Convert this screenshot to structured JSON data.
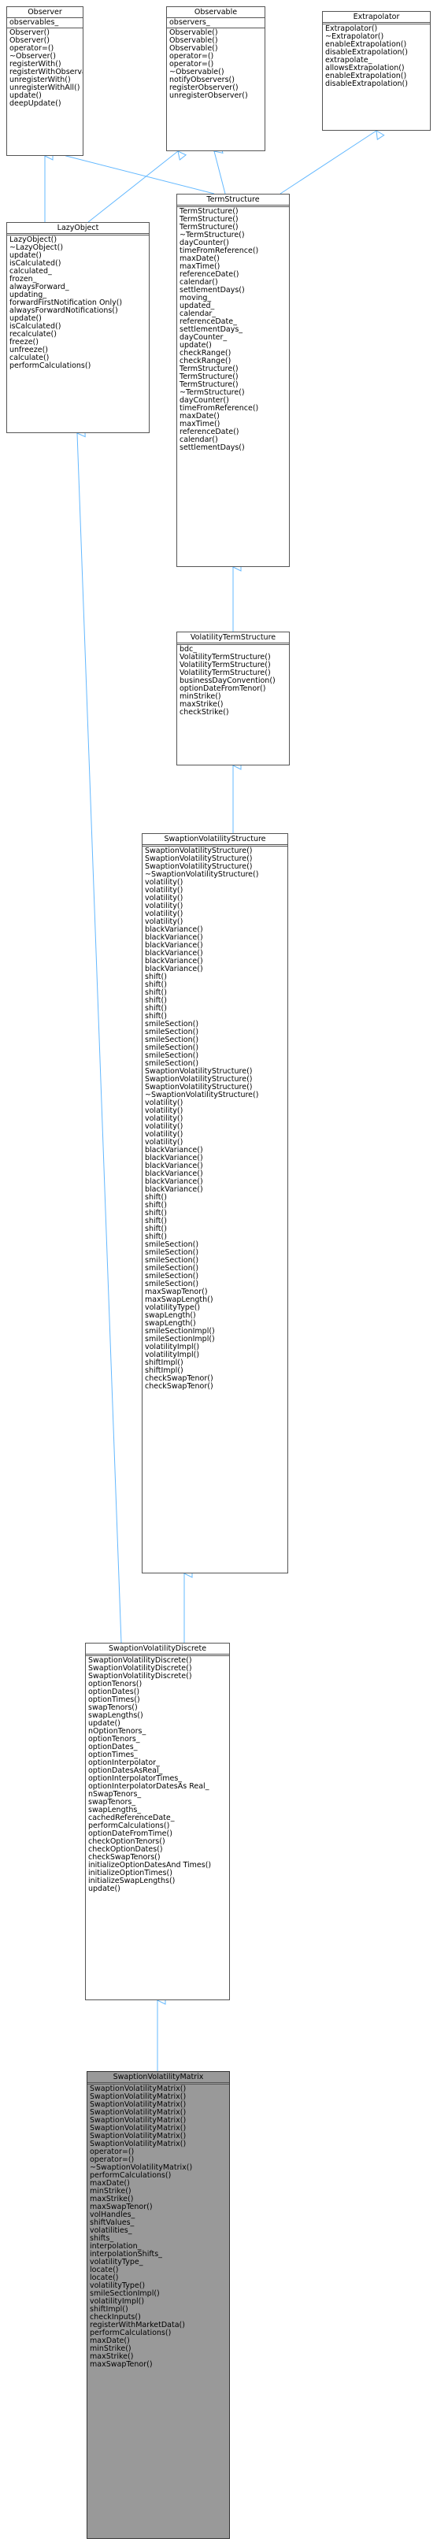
{
  "diagram": {
    "edge_color": "#63b8ff",
    "current_class_fill": "#999999",
    "classes": [
      {
        "id": "observer",
        "name": "Observer",
        "attributes": [
          "observables_"
        ],
        "methods": [
          "Observer()",
          "Observer()",
          "operator=()",
          "~Observer()",
          "registerWith()",
          "registerWithObservables()",
          "unregisterWith()",
          "unregisterWithAll()",
          "update()",
          "deepUpdate()"
        ]
      },
      {
        "id": "observable",
        "name": "Observable",
        "attributes": [
          "observers_"
        ],
        "methods": [
          "Observable()",
          "Observable()",
          "Observable()",
          "operator=()",
          "operator=()",
          "~Observable()",
          "notifyObservers()",
          "registerObserver()",
          "unregisterObserver()"
        ]
      },
      {
        "id": "extrapolator",
        "name": "Extrapolator",
        "attributes": [],
        "methods": [
          "Extrapolator()",
          "~Extrapolator()",
          "enableExtrapolation()",
          "disableExtrapolation()",
          "extrapolate_",
          "allowsExtrapolation()",
          "enableExtrapolation()",
          "disableExtrapolation()"
        ]
      },
      {
        "id": "lazyobject",
        "name": "LazyObject",
        "attributes": [],
        "methods": [
          "LazyObject()",
          "~LazyObject()",
          "update()",
          "isCalculated()",
          "calculated_",
          "frozen_",
          "alwaysForward_",
          "updating_",
          "forwardFirstNotification Only()",
          "alwaysForwardNotifications()",
          "update()",
          "isCalculated()",
          "recalculate()",
          "freeze()",
          "unfreeze()",
          "calculate()",
          "performCalculations()"
        ]
      },
      {
        "id": "termstructure",
        "name": "TermStructure",
        "attributes": [],
        "methods": [
          "TermStructure()",
          "TermStructure()",
          "TermStructure()",
          "~TermStructure()",
          "dayCounter()",
          "timeFromReference()",
          "maxDate()",
          "maxTime()",
          "referenceDate()",
          "calendar()",
          "settlementDays()",
          "moving_",
          "updated_",
          "calendar_",
          "referenceDate_",
          "settlementDays_",
          "dayCounter_",
          "update()",
          "checkRange()",
          "checkRange()",
          "TermStructure()",
          "TermStructure()",
          "TermStructure()",
          "~TermStructure()",
          "dayCounter()",
          "timeFromReference()",
          "maxDate()",
          "maxTime()",
          "referenceDate()",
          "calendar()",
          "settlementDays()"
        ]
      },
      {
        "id": "volatilitytermstructure",
        "name": "VolatilityTermStructure",
        "attributes": [],
        "methods": [
          "bdc_",
          "VolatilityTermStructure()",
          "VolatilityTermStructure()",
          "VolatilityTermStructure()",
          "businessDayConvention()",
          "optionDateFromTenor()",
          "minStrike()",
          "maxStrike()",
          "checkStrike()"
        ]
      },
      {
        "id": "swaptionvolatilitystructure",
        "name": "SwaptionVolatilityStructure",
        "attributes": [],
        "methods": [
          "SwaptionVolatilityStructure()",
          "SwaptionVolatilityStructure()",
          "SwaptionVolatilityStructure()",
          "~SwaptionVolatilityStructure()",
          "volatility()",
          "volatility()",
          "volatility()",
          "volatility()",
          "volatility()",
          "volatility()",
          "blackVariance()",
          "blackVariance()",
          "blackVariance()",
          "blackVariance()",
          "blackVariance()",
          "blackVariance()",
          "shift()",
          "shift()",
          "shift()",
          "shift()",
          "shift()",
          "shift()",
          "smileSection()",
          "smileSection()",
          "smileSection()",
          "smileSection()",
          "smileSection()",
          "smileSection()",
          "SwaptionVolatilityStructure()",
          "SwaptionVolatilityStructure()",
          "SwaptionVolatilityStructure()",
          "~SwaptionVolatilityStructure()",
          "volatility()",
          "volatility()",
          "volatility()",
          "volatility()",
          "volatility()",
          "volatility()",
          "blackVariance()",
          "blackVariance()",
          "blackVariance()",
          "blackVariance()",
          "blackVariance()",
          "blackVariance()",
          "shift()",
          "shift()",
          "shift()",
          "shift()",
          "shift()",
          "shift()",
          "smileSection()",
          "smileSection()",
          "smileSection()",
          "smileSection()",
          "smileSection()",
          "smileSection()",
          "maxSwapTenor()",
          "maxSwapLength()",
          "volatilityType()",
          "swapLength()",
          "swapLength()",
          "smileSectionImpl()",
          "smileSectionImpl()",
          "volatilityImpl()",
          "volatilityImpl()",
          "shiftImpl()",
          "shiftImpl()",
          "checkSwapTenor()",
          "checkSwapTenor()"
        ]
      },
      {
        "id": "swaptionvolatilitydiscrete",
        "name": "SwaptionVolatilityDiscrete",
        "attributes": [],
        "methods": [
          "SwaptionVolatilityDiscrete()",
          "SwaptionVolatilityDiscrete()",
          "SwaptionVolatilityDiscrete()",
          "optionTenors()",
          "optionDates()",
          "optionTimes()",
          "swapTenors()",
          "swapLengths()",
          "update()",
          "nOptionTenors_",
          "optionTenors_",
          "optionDates_",
          "optionTimes_",
          "optionInterpolator_",
          "optionDatesAsReal_",
          "optionInterpolatorTimes_",
          "optionInterpolatorDatesAs Real_",
          "nSwapTenors_",
          "swapTenors_",
          "swapLengths_",
          "cachedReferenceDate_",
          "performCalculations()",
          "optionDateFromTime()",
          "checkOptionTenors()",
          "checkOptionDates()",
          "checkSwapTenors()",
          "initializeOptionDatesAnd Times()",
          "initializeOptionTimes()",
          "initializeSwapLengths()",
          "update()"
        ]
      },
      {
        "id": "swaptionvolatilitymatrix",
        "name": "SwaptionVolatilityMatrix",
        "attributes": [],
        "methods": [
          "SwaptionVolatilityMatrix()",
          "SwaptionVolatilityMatrix()",
          "SwaptionVolatilityMatrix()",
          "SwaptionVolatilityMatrix()",
          "SwaptionVolatilityMatrix()",
          "SwaptionVolatilityMatrix()",
          "SwaptionVolatilityMatrix()",
          "SwaptionVolatilityMatrix()",
          "operator=()",
          "operator=()",
          "~SwaptionVolatilityMatrix()",
          "performCalculations()",
          "maxDate()",
          "minStrike()",
          "maxStrike()",
          "maxSwapTenor()",
          "volHandles_",
          "shiftValues_",
          "volatilities_",
          "shifts_",
          "interpolation_",
          "interpolationShifts_",
          "volatilityType_",
          "locate()",
          "locate()",
          "volatilityType()",
          "smileSectionImpl()",
          "volatilityImpl()",
          "shiftImpl()",
          "checkInputs()",
          "registerWithMarketData()",
          "performCalculations()",
          "maxDate()",
          "minStrike()",
          "maxStrike()",
          "maxSwapTenor()"
        ]
      }
    ]
  }
}
